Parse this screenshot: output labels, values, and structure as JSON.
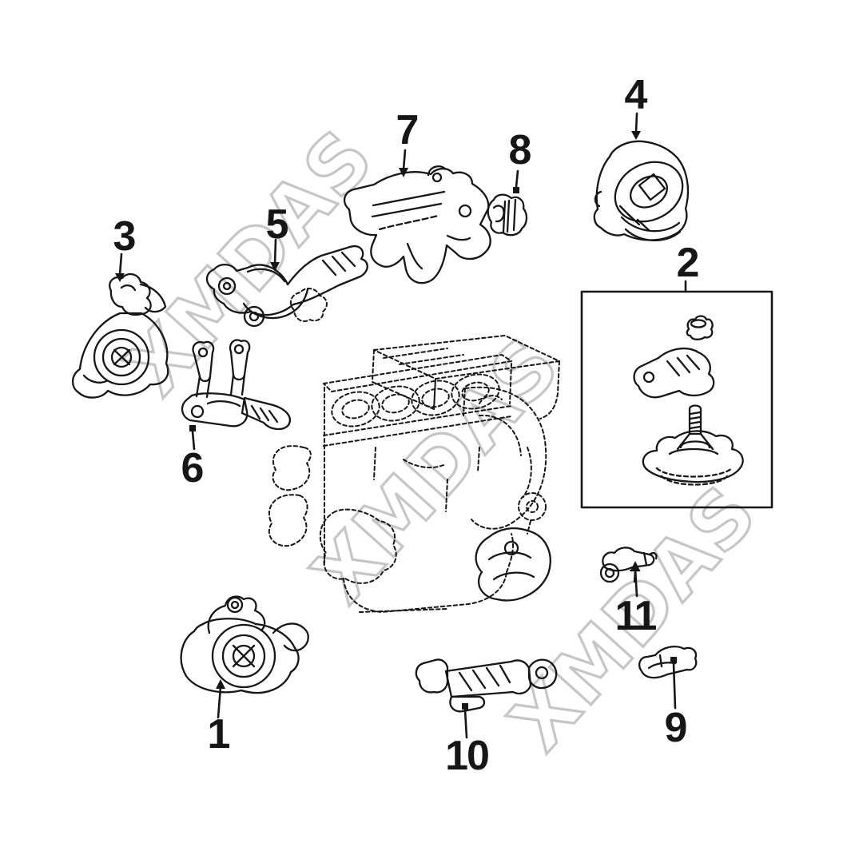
{
  "diagram": {
    "background_color": "#ffffff",
    "line_color": "#161616",
    "watermark": {
      "text": "XMDAS",
      "color": "#c6c6c6",
      "count": 3
    },
    "callouts": [
      {
        "label": "1"
      },
      {
        "label": "2"
      },
      {
        "label": "3"
      },
      {
        "label": "4"
      },
      {
        "label": "5"
      },
      {
        "label": "6"
      },
      {
        "label": "7"
      },
      {
        "label": "8"
      },
      {
        "label": "9"
      },
      {
        "label": "10"
      },
      {
        "label": "11"
      }
    ]
  }
}
